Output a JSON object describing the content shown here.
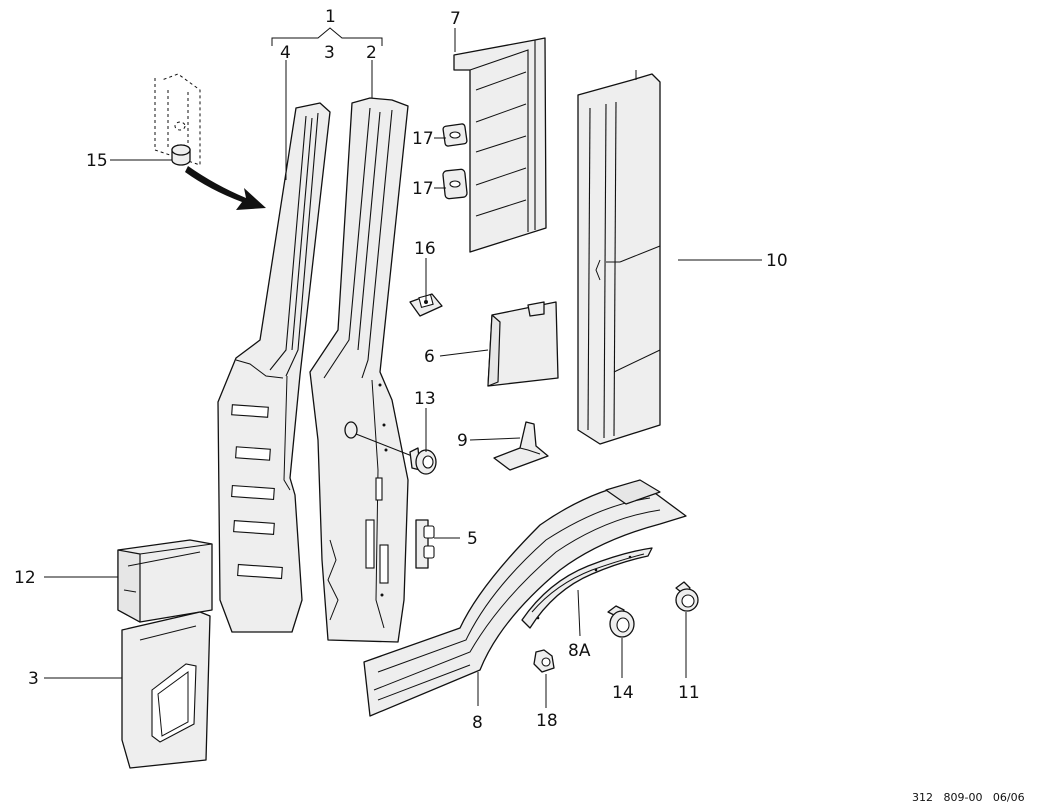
{
  "diagram": {
    "callouts": {
      "c1": "1",
      "c2": "2",
      "c3_top": "3",
      "c3": "3",
      "c4": "4",
      "c5": "5",
      "c6": "6",
      "c7": "7",
      "c8": "8",
      "c8a": "8A",
      "c9": "9",
      "c10": "10",
      "c11": "11",
      "c12": "12",
      "c13": "13",
      "c14": "14",
      "c15": "15",
      "c16": "16",
      "c17a": "17",
      "c17b": "17",
      "c18": "18"
    },
    "footer": "312   809-00   06/06"
  }
}
